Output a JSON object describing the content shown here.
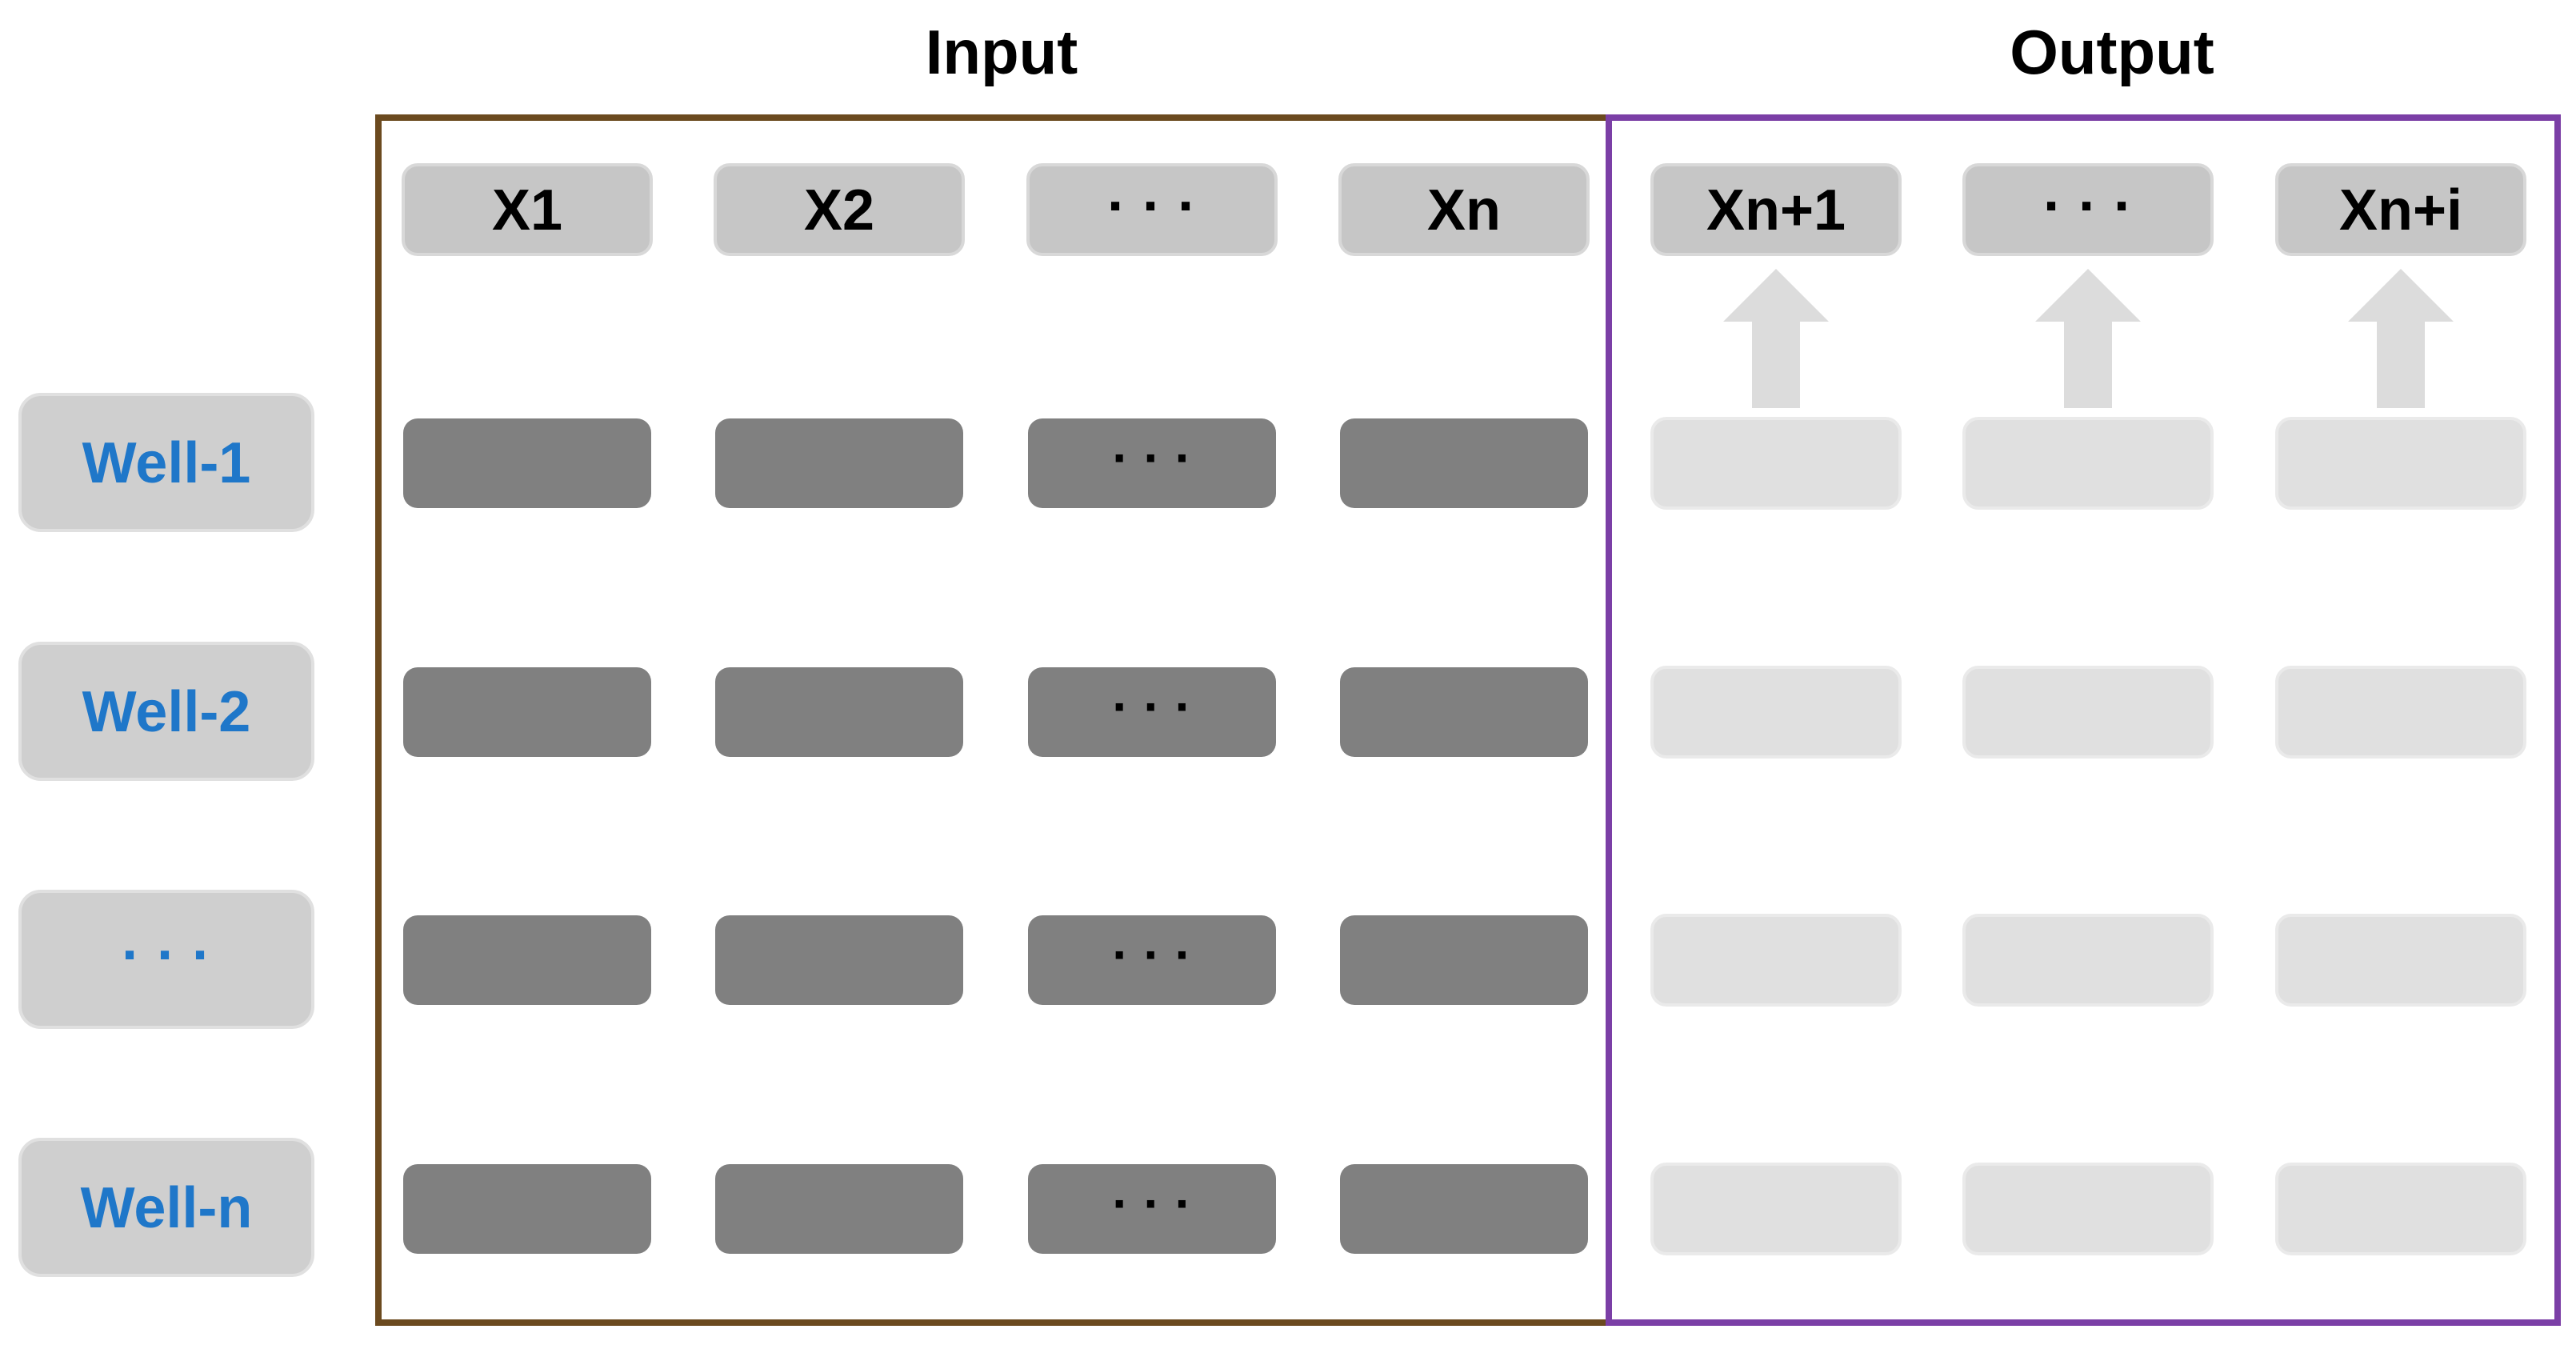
{
  "sections": {
    "input_label": "Input",
    "output_label": "Output"
  },
  "columns": {
    "input": [
      "X1",
      "X2",
      "· · ·",
      "Xn"
    ],
    "output": [
      "Xn+1",
      "· · ·",
      "Xn+i"
    ]
  },
  "wells": [
    "Well-1",
    "Well-2",
    "· · ·",
    "Well-n"
  ],
  "cell_ellipsis": "· · ·",
  "colors": {
    "input_border": "#6b4a1f",
    "output_border": "#7b3fa6",
    "well_text": "#1f77c9",
    "header_box": "#c6c6c6",
    "well_box": "#cfcfcf",
    "input_cell": "#808080",
    "output_cell": "#e0e0e0",
    "arrow": "#dcdcdc"
  }
}
